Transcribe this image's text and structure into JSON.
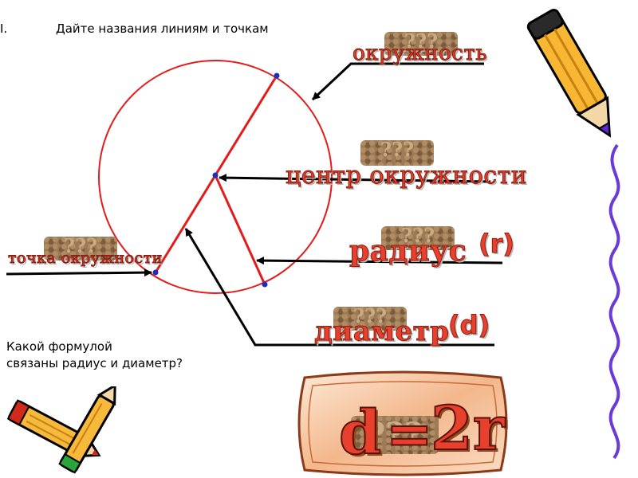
{
  "heading": {
    "number": "I.",
    "text": "Дайте названия линиям и точкам"
  },
  "mystery": "???",
  "labels": {
    "circle": "окружность",
    "center": "центр окружности",
    "radius": "радиус",
    "radius_symbol": "(r)",
    "diameter": "диаметр",
    "diameter_symbol": "(d)",
    "point": "точка окружности"
  },
  "question": {
    "line1": "Какой формулой",
    "line2": "связаны радиус  и диаметр?"
  },
  "formula": {
    "left": "d",
    "eq": "=",
    "mystery": "???",
    "right": "2r"
  },
  "colors": {
    "circle": "#e31b1b",
    "label": "#e8402c",
    "arrow": "#000000",
    "point": "#1a2fbf"
  }
}
